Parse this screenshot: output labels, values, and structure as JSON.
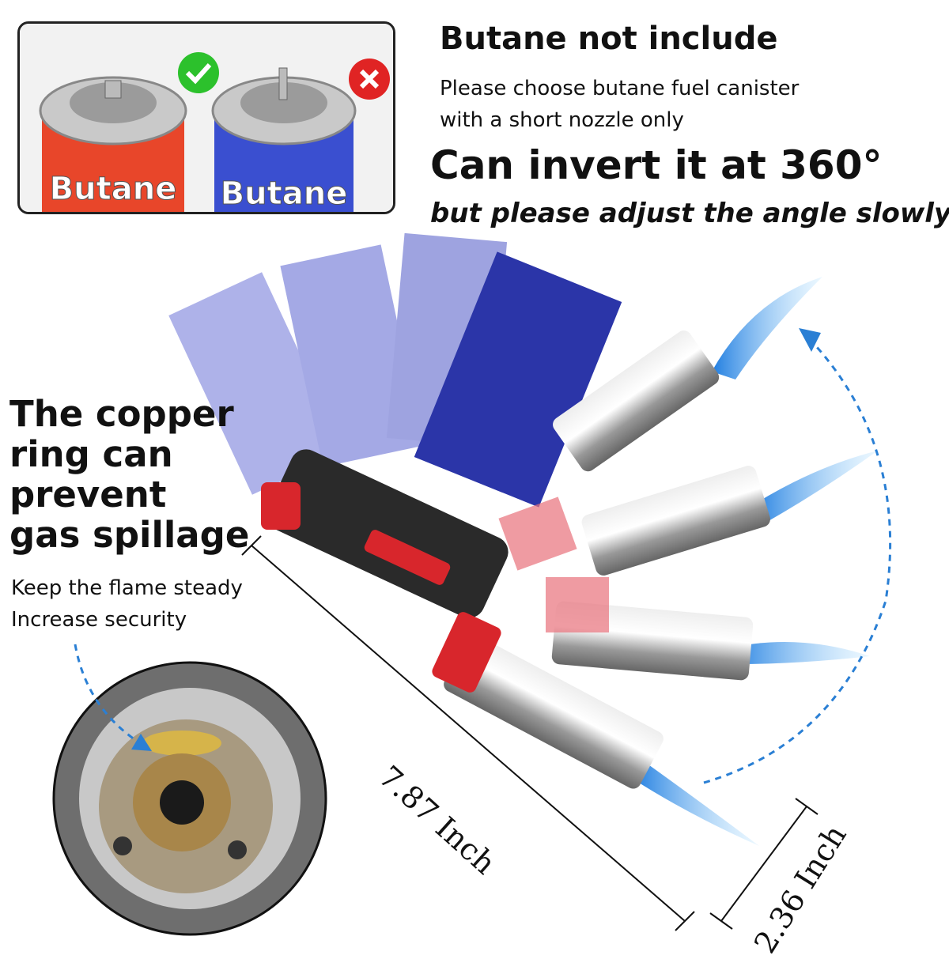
{
  "cans_box": {
    "good_can": {
      "label": "Butane",
      "status_icon": "check-circle-icon",
      "color": "#e8462a"
    },
    "bad_can": {
      "label": "Butane",
      "status_icon": "x-circle-icon",
      "color": "#3a4fd0"
    }
  },
  "headline": "Butane not include",
  "subtext_lines": [
    "Please choose butane fuel canister",
    "with a short nozzle only"
  ],
  "invert_title": "Can invert it at 360°",
  "invert_note": "but please adjust the angle slowly",
  "copper_ring": {
    "title_lines": [
      "The copper",
      "ring can",
      "prevent",
      "gas spillage"
    ],
    "detail_lines": [
      "Keep the flame steady",
      "Increase security"
    ]
  },
  "dimensions": {
    "length": "7.87 Inch",
    "width": "2.36 Inch"
  },
  "colors": {
    "flame": "#3aa8ff",
    "torch_red": "#d8262c",
    "arrow": "#2a7fd4"
  }
}
